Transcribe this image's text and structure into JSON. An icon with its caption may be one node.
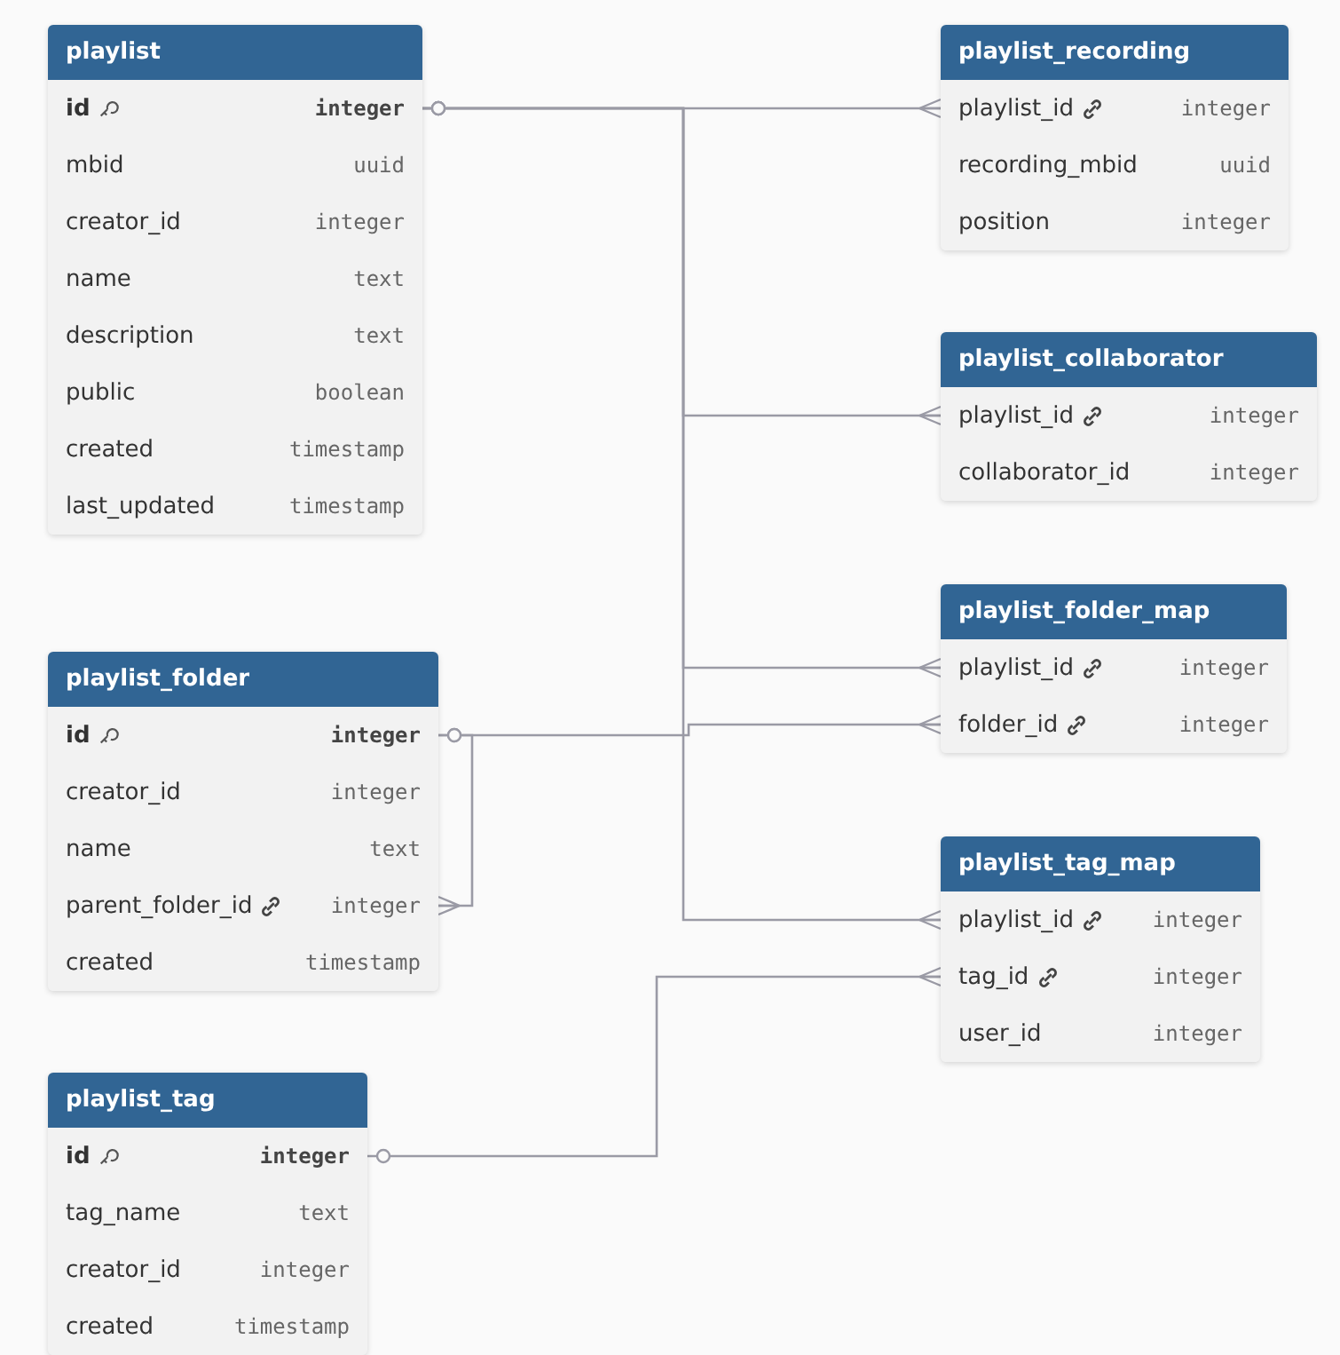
{
  "diagram": {
    "nodes": [
      {
        "text": [
          "playlist"
        ]
      },
      {
        "text": [
          "id",
          "integer"
        ],
        "in": 0
      },
      {
        "text": [
          "mbid",
          "uuid"
        ],
        "in": 0
      },
      {
        "text": [
          "creator_id",
          "integer"
        ],
        "in": 0
      },
      {
        "text": [
          "name",
          "text"
        ],
        "in": 0
      },
      {
        "text": [
          "description",
          "text"
        ],
        "in": 0
      },
      {
        "text": [
          "public",
          "boolean"
        ],
        "in": 0
      },
      {
        "text": [
          "created",
          "timestamp"
        ],
        "in": 0
      },
      {
        "text": [
          "last_updated",
          "timestamp"
        ],
        "in": 0
      },
      {
        "text": [
          "playlist_folder"
        ]
      },
      {
        "text": [
          "id",
          "integer"
        ],
        "in": 9
      },
      {
        "text": [
          "creator_id",
          "integer"
        ],
        "in": 9
      },
      {
        "text": [
          "name",
          "text"
        ],
        "in": 9
      },
      {
        "text": [
          "parent_folder_id",
          "integer"
        ],
        "in": 9
      },
      {
        "text": [
          "created",
          "timestamp"
        ],
        "in": 9
      },
      {
        "text": [
          "playlist_tag"
        ]
      },
      {
        "text": [
          "id",
          "integer"
        ],
        "in": 15
      },
      {
        "text": [
          "tag_name",
          "text"
        ],
        "in": 15
      },
      {
        "text": [
          "creator_id",
          "integer"
        ],
        "in": 15
      },
      {
        "text": [
          "created",
          "timestamp"
        ],
        "in": 15
      },
      {
        "text": [
          "playlist_recording"
        ]
      },
      {
        "text": [
          "playlist_id",
          "integer"
        ],
        "in": 20
      },
      {
        "text": [
          "recording_mbid",
          "uuid"
        ],
        "in": 20
      },
      {
        "text": [
          "position",
          "integer"
        ],
        "in": 20
      },
      {
        "text": [
          "playlist_collaborator"
        ]
      },
      {
        "text": [
          "playlist_id",
          "integer"
        ],
        "in": 24
      },
      {
        "text": [
          "collaborator_id",
          "integer"
        ],
        "in": 24
      },
      {
        "text": [
          "playlist_folder_map"
        ]
      },
      {
        "text": [
          "playlist_id",
          "integer"
        ],
        "in": 27
      },
      {
        "text": [
          "folder_id",
          "integer"
        ],
        "in": 27
      },
      {
        "text": [
          "playlist_tag_map"
        ]
      },
      {
        "text": [
          "playlist_id",
          "integer"
        ],
        "in": 30
      },
      {
        "text": [
          "tag_id",
          "integer"
        ],
        "in": 30
      },
      {
        "text": [
          "user_id",
          "integer"
        ],
        "in": 30
      }
    ],
    "edges": [
      {
        "from": 1,
        "to": 21,
        "arrow": "other"
      },
      {
        "from": 1,
        "to": 25,
        "arrow": "other"
      },
      {
        "from": 1,
        "to": 28,
        "arrow": "other"
      },
      {
        "from": 1,
        "to": 31,
        "arrow": "other"
      },
      {
        "from": 10,
        "to": 29,
        "arrow": "other"
      },
      {
        "from": 10,
        "to": 13,
        "arrow": "other"
      },
      {
        "from": 16,
        "to": 32,
        "arrow": "other"
      }
    ]
  }
}
